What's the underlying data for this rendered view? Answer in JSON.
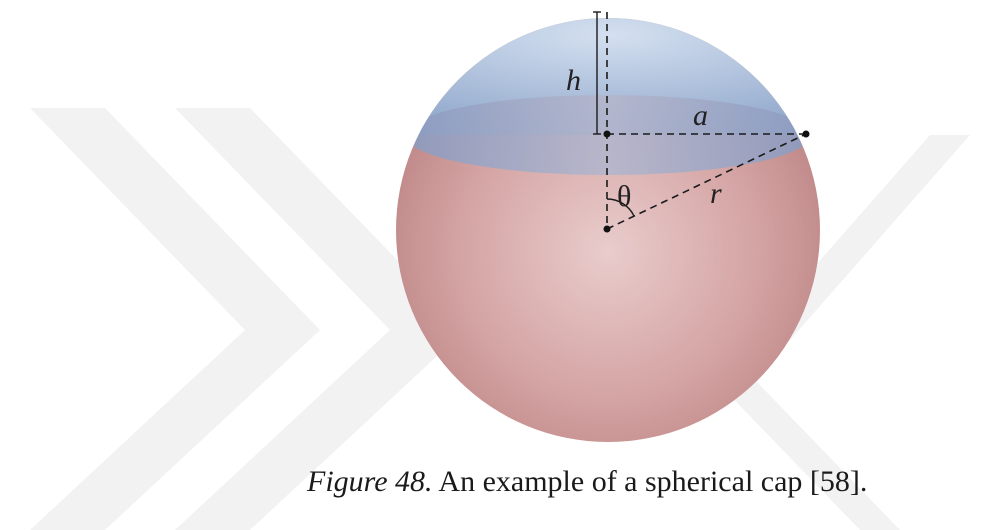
{
  "diagram": {
    "labels": {
      "height": "h",
      "base_radius": "a",
      "sphere_radius": "r",
      "angle": "θ"
    },
    "colors": {
      "cap": "#a9bcd8",
      "sphere": "#d4a3a3",
      "watermark": "#f1f1f1",
      "dashes": "#1b1b1b"
    }
  },
  "caption": {
    "figure_label": "Figure 48.",
    "text": "An example of a spherical cap [58]."
  }
}
